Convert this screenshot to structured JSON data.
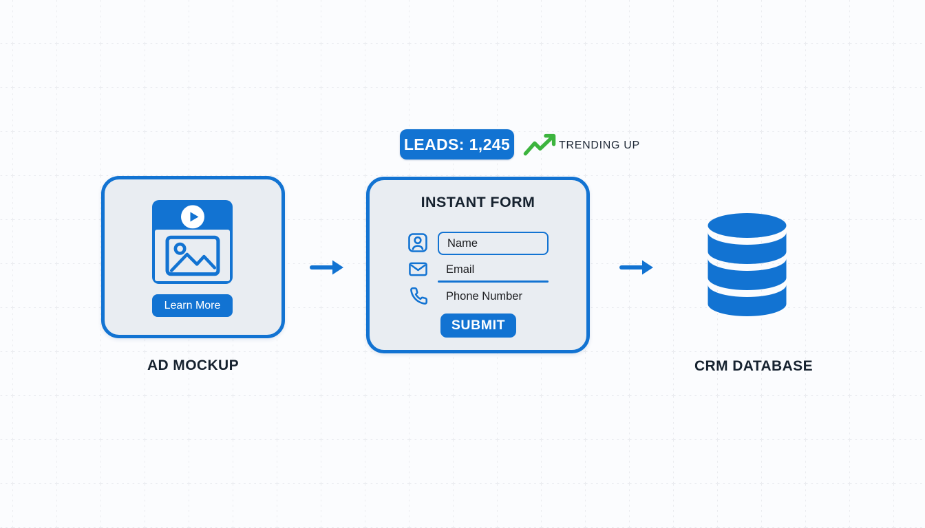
{
  "stats": {
    "leads_label": "LEADS: 1,245",
    "trend_label": "TRENDING UP"
  },
  "ad_mockup": {
    "label": "AD MOCKUP",
    "button_label": "Learn More",
    "icons": [
      "play-icon",
      "image-icon"
    ]
  },
  "form": {
    "title": "INSTANT FORM",
    "fields": [
      {
        "icon": "person-icon",
        "placeholder": "Name",
        "style": "boxed"
      },
      {
        "icon": "email-icon",
        "placeholder": "Email",
        "style": "underlined"
      },
      {
        "icon": "phone-icon",
        "placeholder": "Phone Number",
        "style": "plain"
      }
    ],
    "submit_label": "SUBMIT"
  },
  "database": {
    "label": "CRM DATABASE",
    "icon": "database-icon"
  },
  "colors": {
    "primary_blue": "#1273d2",
    "green": "#3cb43e",
    "card_bg": "#e9edf2",
    "dark_text": "#16222f",
    "grid_line": "#e2e4e9"
  }
}
